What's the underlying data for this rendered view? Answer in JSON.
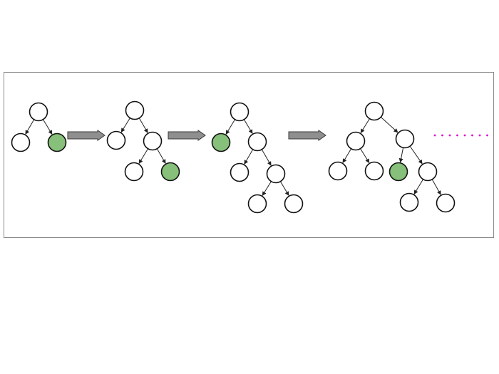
{
  "diagram": {
    "colors": {
      "node_fill": "#ffffff",
      "node_stroke": "#111111",
      "highlight_fill": "#86c07a",
      "edge": "#222222",
      "arrow_fill": "#8f8f8f",
      "arrow_stroke": "#3a3a3a",
      "dots": "#e000c8",
      "border": "#8a8a8a"
    },
    "trees": [
      {
        "name": "tree-1",
        "nodes": [
          {
            "id": "a",
            "highlight": false
          },
          {
            "id": "b",
            "highlight": false
          },
          {
            "id": "c",
            "highlight": true
          }
        ],
        "edges": [
          [
            "a",
            "b"
          ],
          [
            "a",
            "c"
          ]
        ]
      },
      {
        "name": "tree-2",
        "nodes": [
          {
            "id": "a",
            "highlight": false
          },
          {
            "id": "b",
            "highlight": false
          },
          {
            "id": "c",
            "highlight": false
          },
          {
            "id": "d",
            "highlight": false
          },
          {
            "id": "e",
            "highlight": true
          }
        ],
        "edges": [
          [
            "a",
            "b"
          ],
          [
            "a",
            "c"
          ],
          [
            "c",
            "d"
          ],
          [
            "c",
            "e"
          ]
        ]
      },
      {
        "name": "tree-3",
        "nodes": [
          {
            "id": "a",
            "highlight": false
          },
          {
            "id": "b",
            "highlight": true
          },
          {
            "id": "c",
            "highlight": false
          },
          {
            "id": "d",
            "highlight": false
          },
          {
            "id": "e",
            "highlight": false
          },
          {
            "id": "f",
            "highlight": false
          },
          {
            "id": "g",
            "highlight": false
          }
        ],
        "edges": [
          [
            "a",
            "b"
          ],
          [
            "a",
            "c"
          ],
          [
            "c",
            "d"
          ],
          [
            "c",
            "e"
          ],
          [
            "e",
            "f"
          ],
          [
            "e",
            "g"
          ]
        ]
      },
      {
        "name": "tree-4",
        "nodes": [
          {
            "id": "a",
            "highlight": false
          },
          {
            "id": "b",
            "highlight": false
          },
          {
            "id": "c",
            "highlight": false
          },
          {
            "id": "d",
            "highlight": false
          },
          {
            "id": "e",
            "highlight": false
          },
          {
            "id": "f",
            "highlight": true
          },
          {
            "id": "g",
            "highlight": false
          },
          {
            "id": "h",
            "highlight": false
          },
          {
            "id": "i",
            "highlight": false
          }
        ],
        "edges": [
          [
            "a",
            "b"
          ],
          [
            "a",
            "c"
          ],
          [
            "b",
            "d"
          ],
          [
            "b",
            "e"
          ],
          [
            "c",
            "f"
          ],
          [
            "c",
            "g"
          ],
          [
            "g",
            "h"
          ],
          [
            "g",
            "i"
          ]
        ]
      }
    ],
    "transition_arrows": 3,
    "continuation_dots": 8
  }
}
